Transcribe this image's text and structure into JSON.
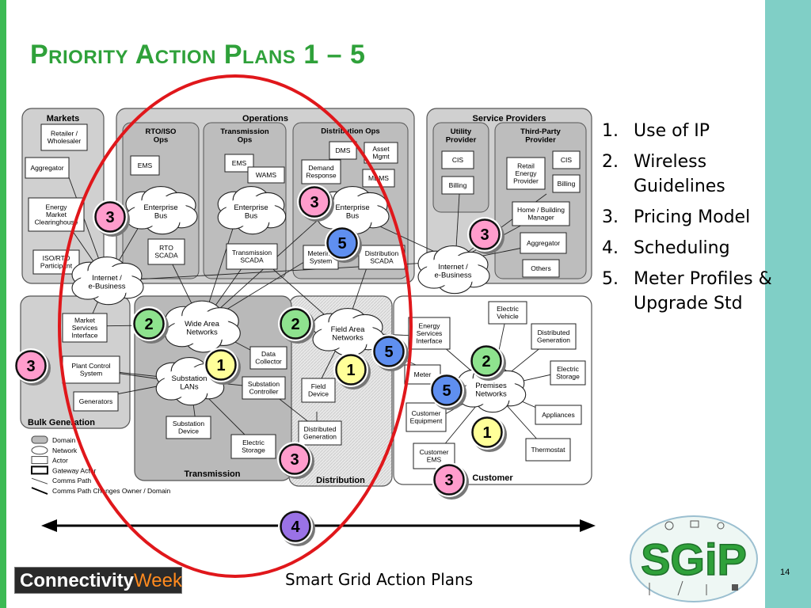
{
  "slide": {
    "title": "Priority Action Plans 1 – 5",
    "footer": "Smart Grid Action Plans",
    "page_number": "14",
    "brand": {
      "part1": "Connectivity",
      "part2": "Week"
    },
    "sgip_logo_text": "SGiP"
  },
  "action_plans": [
    {
      "num": "1.",
      "label": "Use of IP"
    },
    {
      "num": "2.",
      "label": "Wireless Guidelines"
    },
    {
      "num": "3.",
      "label": "Pricing Model"
    },
    {
      "num": "4.",
      "label": "Scheduling"
    },
    {
      "num": "5.",
      "label": "Meter Profiles & Upgrade Std"
    }
  ],
  "colors": {
    "title": "#2fa13a",
    "badge_1": "#ffff99",
    "badge_2": "#8ee28e",
    "badge_3": "#ff9ccc",
    "badge_4": "#9a72e6",
    "badge_5": "#5f8ff0",
    "ellipse": "#e0171b"
  },
  "diagram": {
    "domains": {
      "markets": "Markets",
      "operations": "Operations",
      "service_providers": "Service Providers",
      "bulk_generation": "Bulk Generation",
      "transmission": "Transmission",
      "distribution": "Distribution",
      "customer": "Customer"
    },
    "subdomains": {
      "rto_iso_ops": [
        "RTO/ISO",
        "Ops"
      ],
      "transmission_ops": [
        "Transmission",
        "Ops"
      ],
      "distribution_ops": "Distribution Ops",
      "utility_provider": [
        "Utility",
        "Provider"
      ],
      "third_party_provider": [
        "Third-Party",
        "Provider"
      ]
    },
    "actors": {
      "retailer": [
        "Retailer /",
        "Wholesaler"
      ],
      "aggregator_mkt": "Aggregator",
      "energy_market": [
        "Energy",
        "Market",
        "Clearinghouse"
      ],
      "iso_rto_participant": [
        "ISO/RTO",
        "Participant"
      ],
      "ems_rto": "EMS",
      "rto_scada": [
        "RTO",
        "SCADA"
      ],
      "ems_tx": "EMS",
      "wams": "WAMS",
      "transmission_scada": [
        "Transmission",
        "SCADA"
      ],
      "dms": "DMS",
      "asset_mgmt": [
        "Asset",
        "Mgmt"
      ],
      "demand_response": [
        "Demand",
        "Response"
      ],
      "mdms": "MDMS",
      "metering_system": [
        "Metering",
        "System"
      ],
      "distribution_scada": [
        "Distribution",
        "SCADA"
      ],
      "cis_utility": "CIS",
      "billing_utility": "Billing",
      "retail_energy_provider": [
        "Retail",
        "Energy",
        "Provider"
      ],
      "cis_third": "CIS",
      "billing_third": "Billing",
      "home_building_manager": [
        "Home / Building",
        "Manager"
      ],
      "aggregator_sp": "Aggregator",
      "others": "Others",
      "market_services_interface": [
        "Market",
        "Services",
        "Interface"
      ],
      "plant_control_system": [
        "Plant Control",
        "System"
      ],
      "generators": "Generators",
      "data_collector": [
        "Data",
        "Collector"
      ],
      "substation_controller": [
        "Substation",
        "Controller"
      ],
      "substation_device": [
        "Substation",
        "Device"
      ],
      "electric_storage_tx": [
        "Electric",
        "Storage"
      ],
      "field_device": [
        "Field",
        "Device"
      ],
      "distributed_generation_dist": [
        "Distributed",
        "Generation"
      ],
      "energy_services_interface": [
        "Energy",
        "Services",
        "Interface"
      ],
      "meter": "Meter",
      "customer_equipment": [
        "Customer",
        "Equipment"
      ],
      "customer_ems": [
        "Customer",
        "EMS"
      ],
      "electric_vehicle": [
        "Electric",
        "Vehicle"
      ],
      "distributed_generation_cust": [
        "Distributed",
        "Generation"
      ],
      "electric_storage_cust": [
        "Electric",
        "Storage"
      ],
      "appliances": "Appliances",
      "thermostat": "Thermostat"
    },
    "networks": {
      "enterprise_bus_1": [
        "Enterprise",
        "Bus"
      ],
      "enterprise_bus_2": [
        "Enterprise",
        "Bus"
      ],
      "enterprise_bus_3": [
        "Enterprise",
        "Bus"
      ],
      "internet_ebusiness_1": [
        "Internet /",
        "e-Business"
      ],
      "internet_ebusiness_2": [
        "Internet /",
        "e-Business"
      ],
      "wide_area_networks": [
        "Wide Area",
        "Networks"
      ],
      "field_area_networks": [
        "Field Area",
        "Networks"
      ],
      "substation_lans": [
        "Substation",
        "LANs"
      ],
      "premises_networks": [
        "Premises",
        "Networks"
      ]
    },
    "legend": [
      {
        "symbol": "domain",
        "label": "Domain"
      },
      {
        "symbol": "network",
        "label": "Network"
      },
      {
        "symbol": "actor",
        "label": "Actor"
      },
      {
        "symbol": "gateway",
        "label": "Gateway Actor"
      },
      {
        "symbol": "comms",
        "label": "Comms Path"
      },
      {
        "symbol": "comms_change",
        "label": "Comms Path Changes Owner / Domain"
      }
    ],
    "badges": [
      {
        "id": "b1",
        "value": "3",
        "kind": "pricing"
      },
      {
        "id": "b2",
        "value": "3",
        "kind": "pricing"
      },
      {
        "id": "b3",
        "value": "5",
        "kind": "meter"
      },
      {
        "id": "b4",
        "value": "3",
        "kind": "pricing"
      },
      {
        "id": "b5",
        "value": "2",
        "kind": "wireless"
      },
      {
        "id": "b6",
        "value": "2",
        "kind": "wireless"
      },
      {
        "id": "b7",
        "value": "5",
        "kind": "meter"
      },
      {
        "id": "b8",
        "value": "2",
        "kind": "wireless"
      },
      {
        "id": "b9",
        "value": "3",
        "kind": "pricing"
      },
      {
        "id": "b10",
        "value": "1",
        "kind": "ip"
      },
      {
        "id": "b11",
        "value": "1",
        "kind": "ip"
      },
      {
        "id": "b12",
        "value": "5",
        "kind": "meter"
      },
      {
        "id": "b13",
        "value": "1",
        "kind": "ip"
      },
      {
        "id": "b14",
        "value": "3",
        "kind": "pricing"
      },
      {
        "id": "b15",
        "value": "3",
        "kind": "pricing"
      },
      {
        "id": "b16",
        "value": "4",
        "kind": "scheduling"
      }
    ]
  }
}
